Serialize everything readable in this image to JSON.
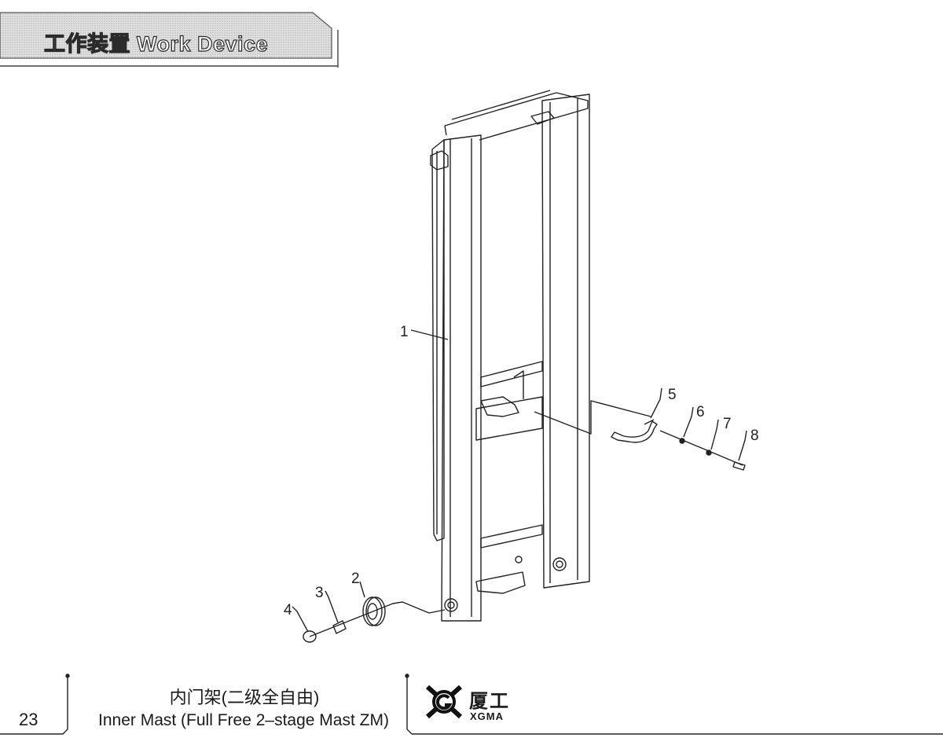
{
  "header": {
    "section_title": "工作装置 Work Device"
  },
  "drawing": {
    "callouts": [
      "1",
      "2",
      "3",
      "4",
      "5",
      "6",
      "7",
      "8"
    ]
  },
  "footer": {
    "page_number": "23",
    "title_cn": "内门架(二级全自由)",
    "title_en": "Inner Mast (Full Free 2–stage Mast ZM)",
    "brand_cn": "厦工",
    "brand_en": "XGMA"
  }
}
